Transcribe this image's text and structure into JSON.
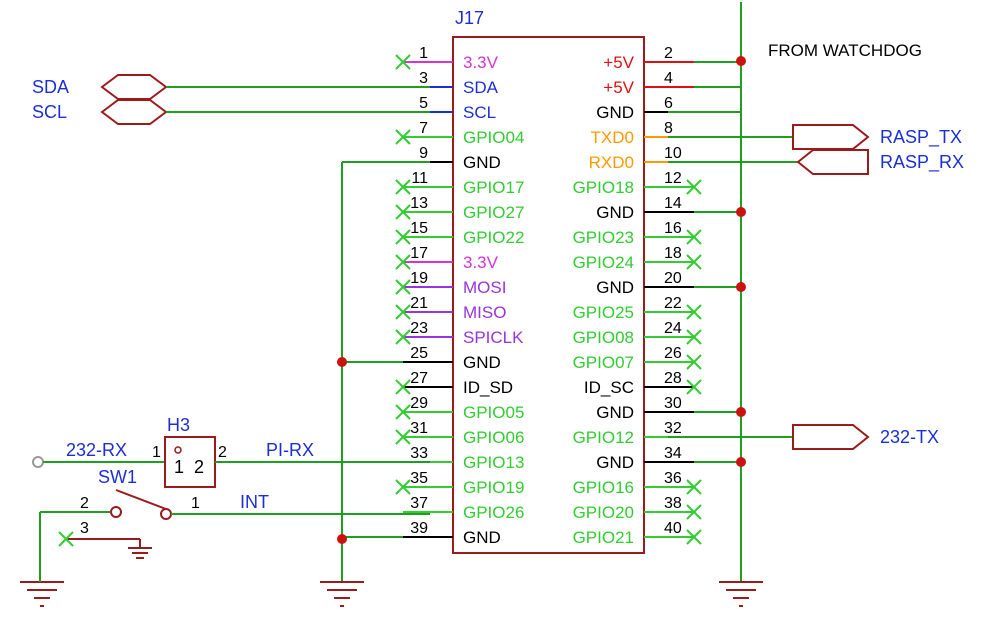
{
  "colors": {
    "wire": "#1f9e1f",
    "body": "#9b1b1b",
    "nc": "#33cc33",
    "junction": "#cc1111",
    "netlabel": "#1c2fd6",
    "pin": "#000000",
    "power_3v3": "#d633d6",
    "power_5v": "#dd1111",
    "gpio": "#33cc33",
    "spi": "#9933dd",
    "uart": "#ff9900",
    "bus": "#1c2fd6"
  },
  "connector": {
    "ref": "J17",
    "note": "FROM WATCHDOG",
    "rows": [
      {
        "ln": "1",
        "l": "3.3V",
        "lc": "power_3v3",
        "lw": "nc",
        "rn": "2",
        "r": "+5V",
        "rc": "power_5v",
        "rw": "wd"
      },
      {
        "ln": "3",
        "l": "SDA",
        "lc": "bus",
        "lw": "sda",
        "rn": "4",
        "r": "+5V",
        "rc": "power_5v",
        "rw": "wdj"
      },
      {
        "ln": "5",
        "l": "SCL",
        "lc": "bus",
        "lw": "scl",
        "rn": "6",
        "r": "GND",
        "rc": "pin",
        "rw": "gnd"
      },
      {
        "ln": "7",
        "l": "GPIO04",
        "lc": "gpio",
        "lw": "nc",
        "rn": "8",
        "r": "TXD0",
        "rc": "uart",
        "rw": "tx"
      },
      {
        "ln": "9",
        "l": "GND",
        "lc": "pin",
        "lw": "gnd",
        "rn": "10",
        "r": "RXD0",
        "rc": "uart",
        "rw": "rx"
      },
      {
        "ln": "11",
        "l": "GPIO17",
        "lc": "gpio",
        "lw": "nc",
        "rn": "12",
        "r": "GPIO18",
        "rc": "gpio",
        "rw": "nc"
      },
      {
        "ln": "13",
        "l": "GPIO27",
        "lc": "gpio",
        "lw": "nc",
        "rn": "14",
        "r": "GND",
        "rc": "pin",
        "rw": "gndj"
      },
      {
        "ln": "15",
        "l": "GPIO22",
        "lc": "gpio",
        "lw": "nc",
        "rn": "16",
        "r": "GPIO23",
        "rc": "gpio",
        "rw": "nc"
      },
      {
        "ln": "17",
        "l": "3.3V",
        "lc": "power_3v3",
        "lw": "nc",
        "rn": "18",
        "r": "GPIO24",
        "rc": "gpio",
        "rw": "nc"
      },
      {
        "ln": "19",
        "l": "MOSI",
        "lc": "spi",
        "lw": "nc",
        "rn": "20",
        "r": "GND",
        "rc": "pin",
        "rw": "gndj"
      },
      {
        "ln": "21",
        "l": "MISO",
        "lc": "spi",
        "lw": "nc",
        "rn": "22",
        "r": "GPIO25",
        "rc": "gpio",
        "rw": "nc"
      },
      {
        "ln": "23",
        "l": "SPICLK",
        "lc": "spi",
        "lw": "nc",
        "rn": "24",
        "r": "GPIO08",
        "rc": "gpio",
        "rw": "nc"
      },
      {
        "ln": "25",
        "l": "GND",
        "lc": "pin",
        "lw": "gndj",
        "rn": "26",
        "r": "GPIO07",
        "rc": "gpio",
        "rw": "nc"
      },
      {
        "ln": "27",
        "l": "ID_SD",
        "lc": "pin",
        "lw": "nc",
        "rn": "28",
        "r": "ID_SC",
        "rc": "pin",
        "rw": "nc"
      },
      {
        "ln": "29",
        "l": "GPIO05",
        "lc": "gpio",
        "lw": "nc",
        "rn": "30",
        "r": "GND",
        "rc": "pin",
        "rw": "gndj"
      },
      {
        "ln": "31",
        "l": "GPIO06",
        "lc": "gpio",
        "lw": "nc",
        "rn": "32",
        "r": "GPIO12",
        "rc": "gpio",
        "rw": "tx232"
      },
      {
        "ln": "33",
        "l": "GPIO13",
        "lc": "gpio",
        "lw": "pirx",
        "rn": "34",
        "r": "GND",
        "rc": "pin",
        "rw": "gndj"
      },
      {
        "ln": "35",
        "l": "GPIO19",
        "lc": "gpio",
        "lw": "nc",
        "rn": "36",
        "r": "GPIO16",
        "rc": "gpio",
        "rw": "nc"
      },
      {
        "ln": "37",
        "l": "GPIO26",
        "lc": "gpio",
        "lw": "int",
        "rn": "38",
        "r": "GPIO20",
        "rc": "gpio",
        "rw": "nc"
      },
      {
        "ln": "39",
        "l": "GND",
        "lc": "pin",
        "lw": "gndj",
        "rn": "40",
        "r": "GPIO21",
        "rc": "gpio",
        "rw": "nc"
      }
    ]
  },
  "net_ports": {
    "sda": "SDA",
    "scl": "SCL",
    "rasp_tx": "RASP_TX",
    "rasp_rx": "RASP_RX",
    "tx232": "232-TX"
  },
  "nets": {
    "rx232": "232-RX",
    "pi_rx": "PI-RX",
    "int": "INT"
  },
  "parts": {
    "h3": {
      "ref": "H3",
      "pin_left": "1",
      "pin_right": "2",
      "label_left": "1",
      "label_right": "2"
    },
    "sw1": {
      "ref": "SW1",
      "pin_a": "2",
      "pin_b": "1",
      "pin_c": "3"
    }
  }
}
